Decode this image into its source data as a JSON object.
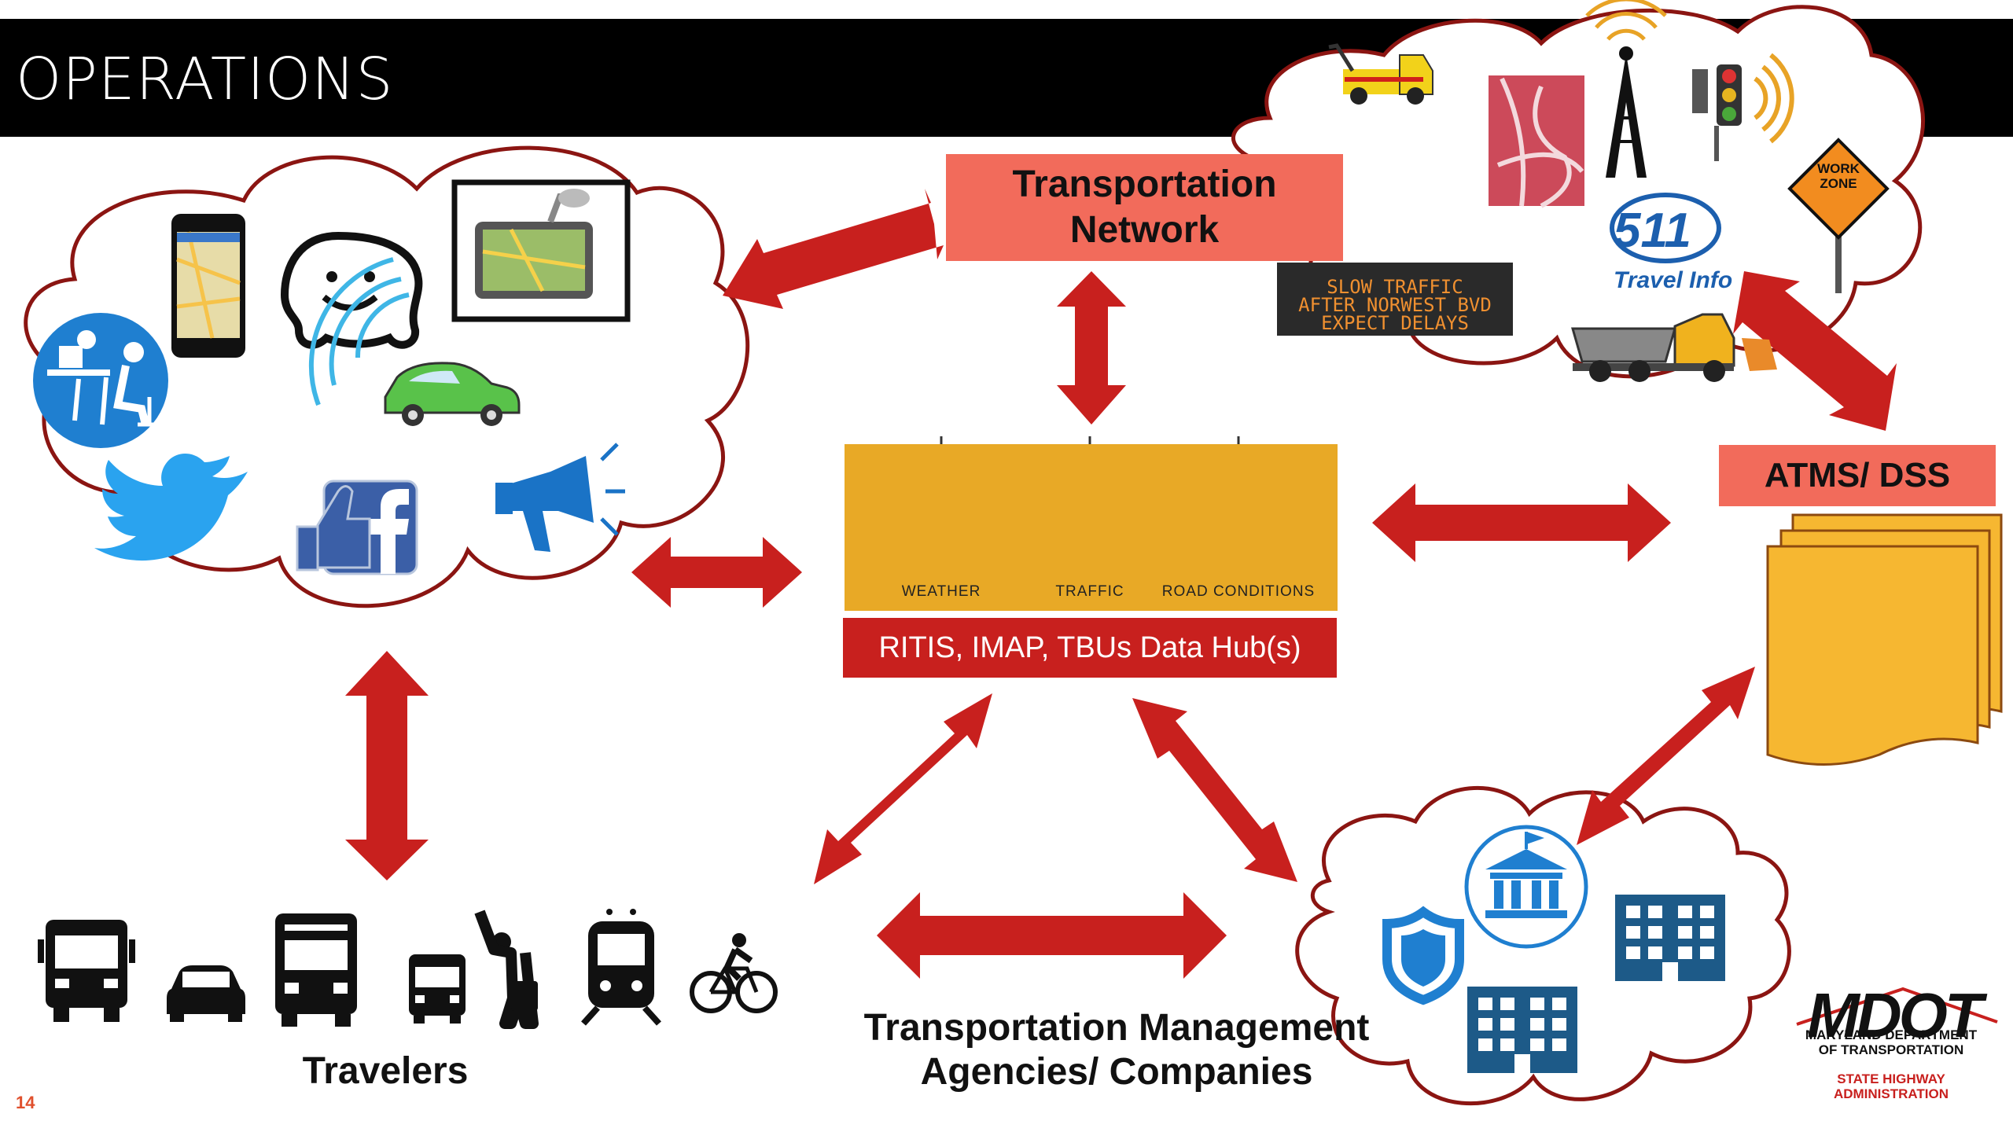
{
  "slide": {
    "title": "OPERATIONS",
    "page_number": "14"
  },
  "nodes": {
    "transportation_network": "Transportation\nNetwork",
    "atms_dss": "ATMS/ DSS",
    "data_hub": "RITIS, IMAP, TBUs Data Hub(s)",
    "databases": [
      "WEATHER",
      "TRAFFIC",
      "ROAD CONDITIONS"
    ],
    "travelers": "Travelers",
    "agencies": "Transportation Management\nAgencies/ Companies"
  },
  "sign_texts": {
    "message_sign": "SLOW TRAFFIC\nAFTER NORWEST BVD\nEXPECT DELAYS",
    "work_zone": "WORK\nZONE",
    "info_511_number": "511",
    "info_511_label": "Travel Info"
  },
  "logo": {
    "acronym": "MDOT",
    "line1": "MARYLAND DEPARTMENT\nOF TRANSPORTATION",
    "line2": "STATE HIGHWAY\nADMINISTRATION"
  },
  "icons": [
    "smartphone-map-icon",
    "waze-icon",
    "gps-device-icon",
    "desk-worker-icon",
    "connected-car-icon",
    "twitter-icon",
    "facebook-like-icon",
    "megaphone-icon",
    "tow-truck-icon",
    "interchange-map-icon",
    "radio-tower-icon",
    "traffic-signal-icon",
    "plow-truck-icon",
    "shield-icon",
    "government-building-icon",
    "office-building-icon",
    "bus-icon",
    "car-icon",
    "truck-icon",
    "minibus-icon",
    "hitchhiker-icon",
    "train-icon",
    "bicycle-icon",
    "document-stack-icon"
  ],
  "colors": {
    "arrow": "#c8201e",
    "cloud_stroke": "#8b1512",
    "node_box": "#f26b5b",
    "hub_top": "#e8a926",
    "hub_bar": "#c8201e",
    "documents": "#f6b731"
  }
}
